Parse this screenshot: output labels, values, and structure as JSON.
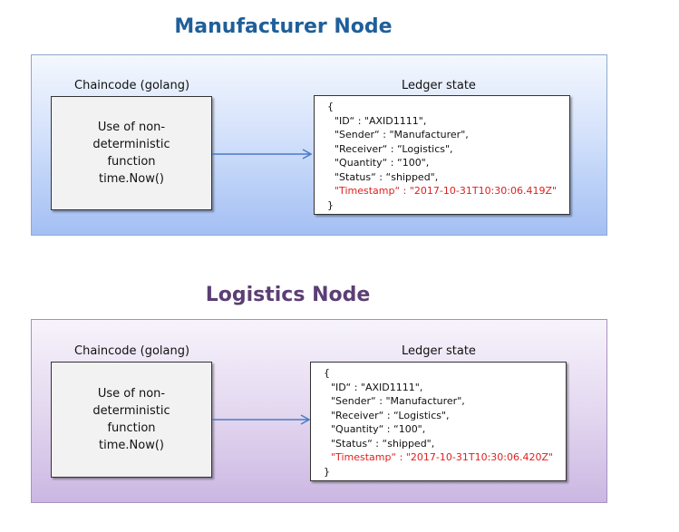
{
  "manufacturer": {
    "title": "Manufacturer Node",
    "chaincode_label": "Chaincode (golang)",
    "chaincode_lines": [
      "Use of non-",
      "deterministic",
      "function",
      "time.Now()"
    ],
    "ledger_label": "Ledger state",
    "ledger_lines": [
      "{",
      "\"ID“ : \"AXID1111\",",
      "\"Sender“ : \"Manufacturer\",",
      "\"Receiver“ : “Logistics\",",
      "\"Quantity“ : “100\",",
      "\"Status“ : “shipped\",",
      "\"Timestamp“ : \"2017-10-31T10:30:06.419Z\"",
      "}"
    ]
  },
  "logistics": {
    "title": "Logistics Node",
    "chaincode_label": "Chaincode (golang)",
    "chaincode_lines": [
      "Use of non-",
      "deterministic",
      "function",
      "time.Now()"
    ],
    "ledger_label": "Ledger state",
    "ledger_lines": [
      "{",
      "\"ID“ : \"AXID1111\",",
      "\"Sender“ : \"Manufacturer\",",
      "\"Receiver“ : “Logistics\",",
      "\"Quantity“ : “100\",",
      "\"Status“ : “shipped\",",
      "\"Timestamp“ : \"2017-10-31T10:30:06.420Z\"",
      "}"
    ]
  },
  "colors": {
    "manufacturer_title": "#1f5f9a",
    "logistics_title": "#5b3f74",
    "timestamp_highlight": "#e02020",
    "arrow": "#4a7bc4"
  }
}
